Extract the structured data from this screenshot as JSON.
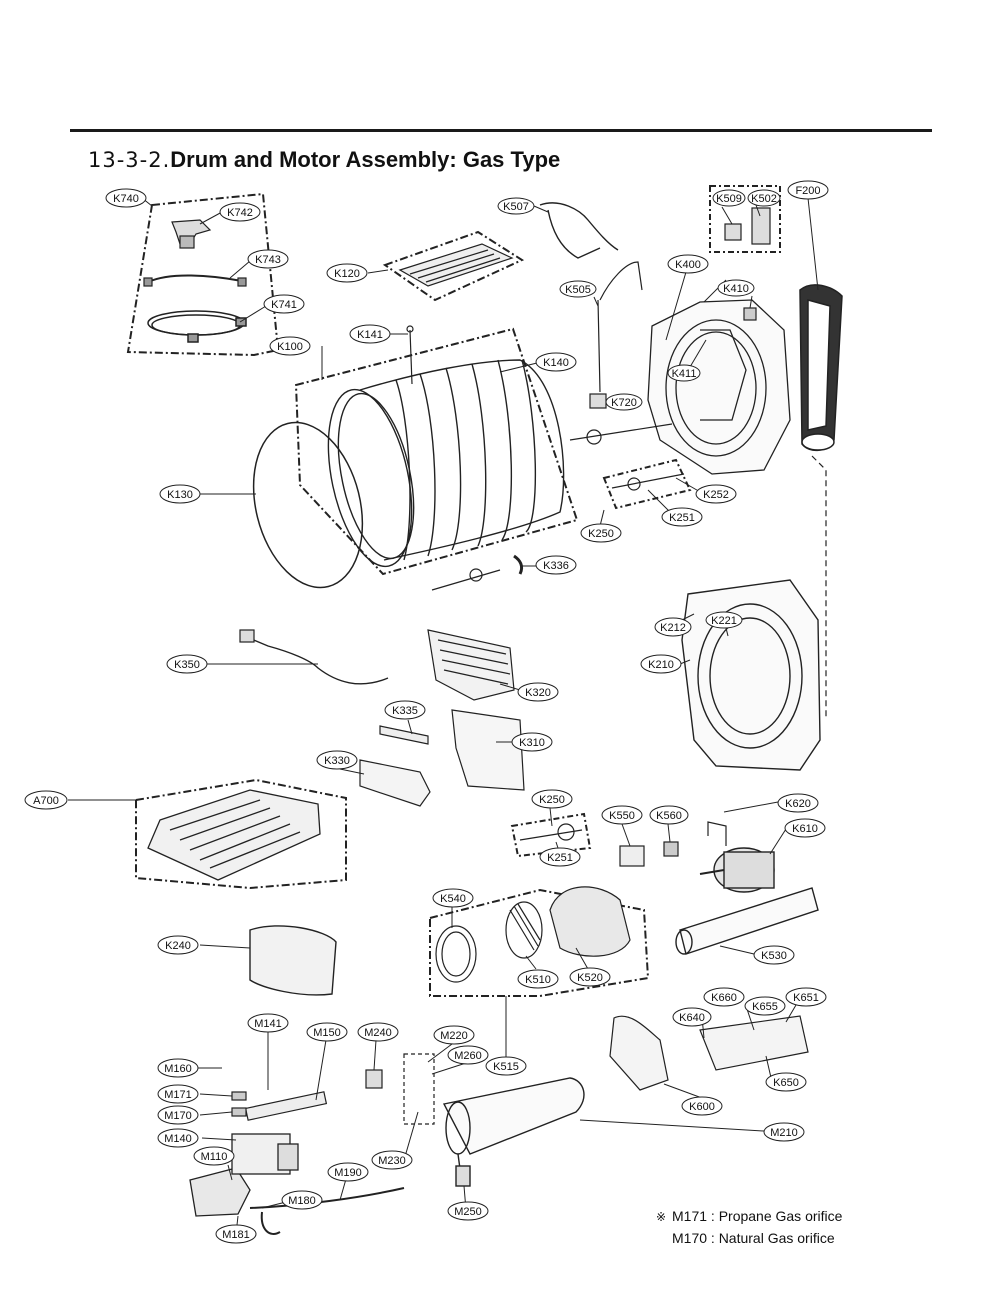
{
  "header": {
    "section_number": "13-3-2.",
    "title": "Drum and Motor Assembly: Gas Type"
  },
  "parts": [
    "K740",
    "K742",
    "K743",
    "K741",
    "K100",
    "K141",
    "K120",
    "K140",
    "K130",
    "K507",
    "K505",
    "K720",
    "K509",
    "K502",
    "F200",
    "K400",
    "K410",
    "K411",
    "K252",
    "K251",
    "K250",
    "K336",
    "K350",
    "K320",
    "K335",
    "K310",
    "K330",
    "K212",
    "K221",
    "K210",
    "A700",
    "K620",
    "K610",
    "K550",
    "K560",
    "K251",
    "K250",
    "K540",
    "K240",
    "K510",
    "K520",
    "K530",
    "K515",
    "K660",
    "K655",
    "K651",
    "K640",
    "K650",
    "K600",
    "M141",
    "M150",
    "M240",
    "M220",
    "M260",
    "M160",
    "M171",
    "M170",
    "M140",
    "M110",
    "M230",
    "M190",
    "M180",
    "M181",
    "M250",
    "M210"
  ],
  "footnote": {
    "mark": "※",
    "line1": "M171 : Propane Gas orifice",
    "line2": "M170 : Natural Gas orifice"
  }
}
